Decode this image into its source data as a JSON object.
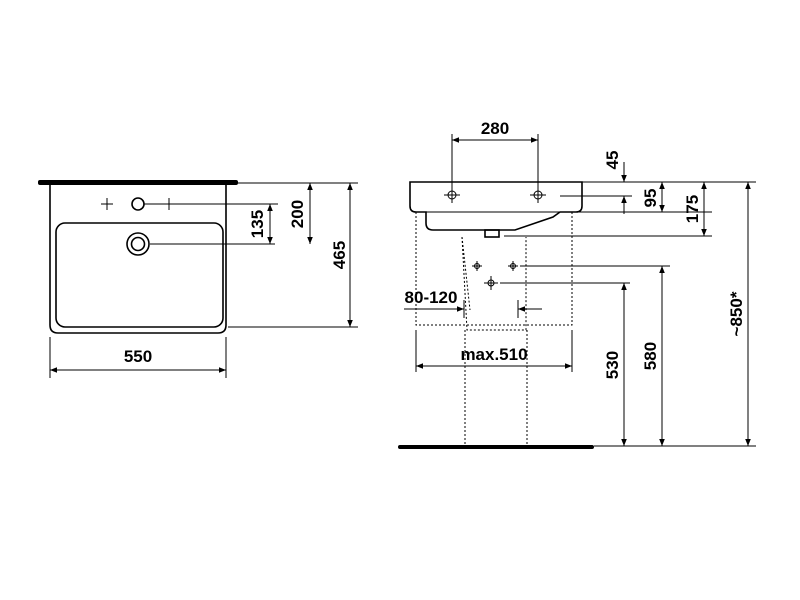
{
  "plan_view": {
    "width": "550",
    "depth": "465",
    "overflow_depth": "200",
    "tap_hole_depth": "135"
  },
  "side_view": {
    "tap_spacing": "280",
    "rim_height": "45",
    "tap_hole_offset": "95",
    "bowl_depth": "175",
    "waste_range": "80-120",
    "max_width": "max.510",
    "height_530": "530",
    "height_580": "580",
    "installation_height": "~850*"
  },
  "colors": {
    "line": "#000000",
    "background": "#ffffff"
  }
}
